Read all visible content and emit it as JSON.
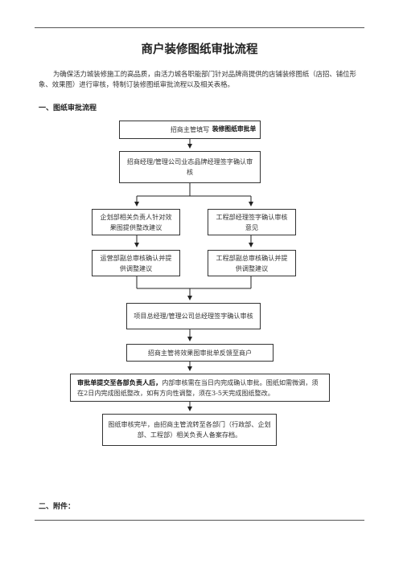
{
  "title": "商户装修图纸审批流程",
  "intro": "为确保活力城装修施工的高品质，由活力城各职能部门针对品牌商提供的店铺装修图纸（店招、铺位形象、效果图）进行审核，特制订装修图纸审批流程以及相关表格。",
  "section1": "一、图纸审批流程",
  "section2": "二、附件：",
  "flow": {
    "step1": "招商主管填写",
    "step1_stamp": "装修图纸审批单",
    "step2": "招商经理/管理公司业态品牌经理签字确认审核",
    "step3_left": "企划部相关负责人针对效果图提供整改建议",
    "step3_right": "工程部经理签字确认审核意见",
    "step4_left": "运营部副总审核确认并提供调整建议",
    "step4_right": "工程部副总审核确认并提供调整建议",
    "step5": "项目总经理/管理公司总经理签字确认审核",
    "step6": "招商主管将效果图审批单反馈至商户",
    "step7_bold": "审批单提交至各部负责人后，",
    "step7_rest": "内部审核需在当日内完成确认审批。图纸如需微调，须在2日内完成图纸整改，如有方向性调整，须在3-5天完成图纸整改。",
    "step8": "图纸审核完毕，由招商主管流转至各部门（行政部、企划部、工程部）相关负责人备案存档。"
  }
}
